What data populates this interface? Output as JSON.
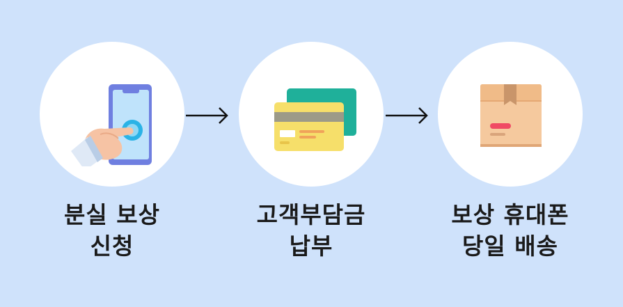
{
  "steps": [
    {
      "id": "loss-report",
      "icon": "phone-tap-icon",
      "line1": "분실 보상",
      "line2": "신청"
    },
    {
      "id": "deductible",
      "icon": "credit-card-icon",
      "line1": "고객부담금",
      "line2": "납부"
    },
    {
      "id": "delivery",
      "icon": "package-box-icon",
      "line1": "보상 휴대폰",
      "line2": "당일 배송"
    }
  ],
  "colors": {
    "background": "#cfe2fb",
    "circle": "#ffffff",
    "text": "#1a1a1a",
    "arrow": "#111111"
  }
}
